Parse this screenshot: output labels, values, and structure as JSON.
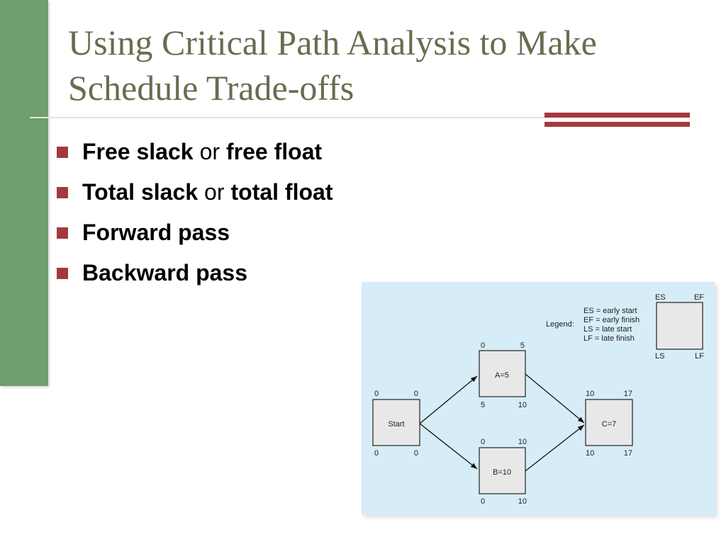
{
  "slide": {
    "title_line1": "Using Critical Path Analysis to Make",
    "title_line2": "Schedule Trade-offs",
    "bullets": [
      {
        "bold1": "Free slack",
        "connector": "or",
        "bold2": "free float"
      },
      {
        "bold1": "Total slack",
        "connector": "or",
        "bold2": "total float"
      },
      {
        "bold1": "Forward pass",
        "connector": "",
        "bold2": ""
      },
      {
        "bold1": "Backward pass",
        "connector": "",
        "bold2": ""
      }
    ]
  },
  "colors": {
    "sidebar": "#6f9e6f",
    "accent": "#a3393d",
    "title": "#6b6b50",
    "figure_bg": "#d6ecf7",
    "node_fill": "#e8e8e8"
  },
  "diagram": {
    "legend": {
      "label": "Legend:",
      "lines": [
        "ES = early start",
        "EF = early finish",
        "LS = late start",
        "LF = late finish"
      ],
      "corners": {
        "es": "ES",
        "ef": "EF",
        "ls": "LS",
        "lf": "LF"
      }
    },
    "nodes": {
      "start": {
        "label": "Start",
        "es": "0",
        "ef": "0",
        "ls": "0",
        "lf": "0"
      },
      "a": {
        "label": "A=5",
        "es": "0",
        "ef": "5",
        "ls": "5",
        "lf": "10"
      },
      "b": {
        "label": "B=10",
        "es": "0",
        "ef": "10",
        "ls": "0",
        "lf": "10"
      },
      "c": {
        "label": "C=7",
        "es": "10",
        "ef": "17",
        "ls": "10",
        "lf": "17"
      }
    }
  }
}
